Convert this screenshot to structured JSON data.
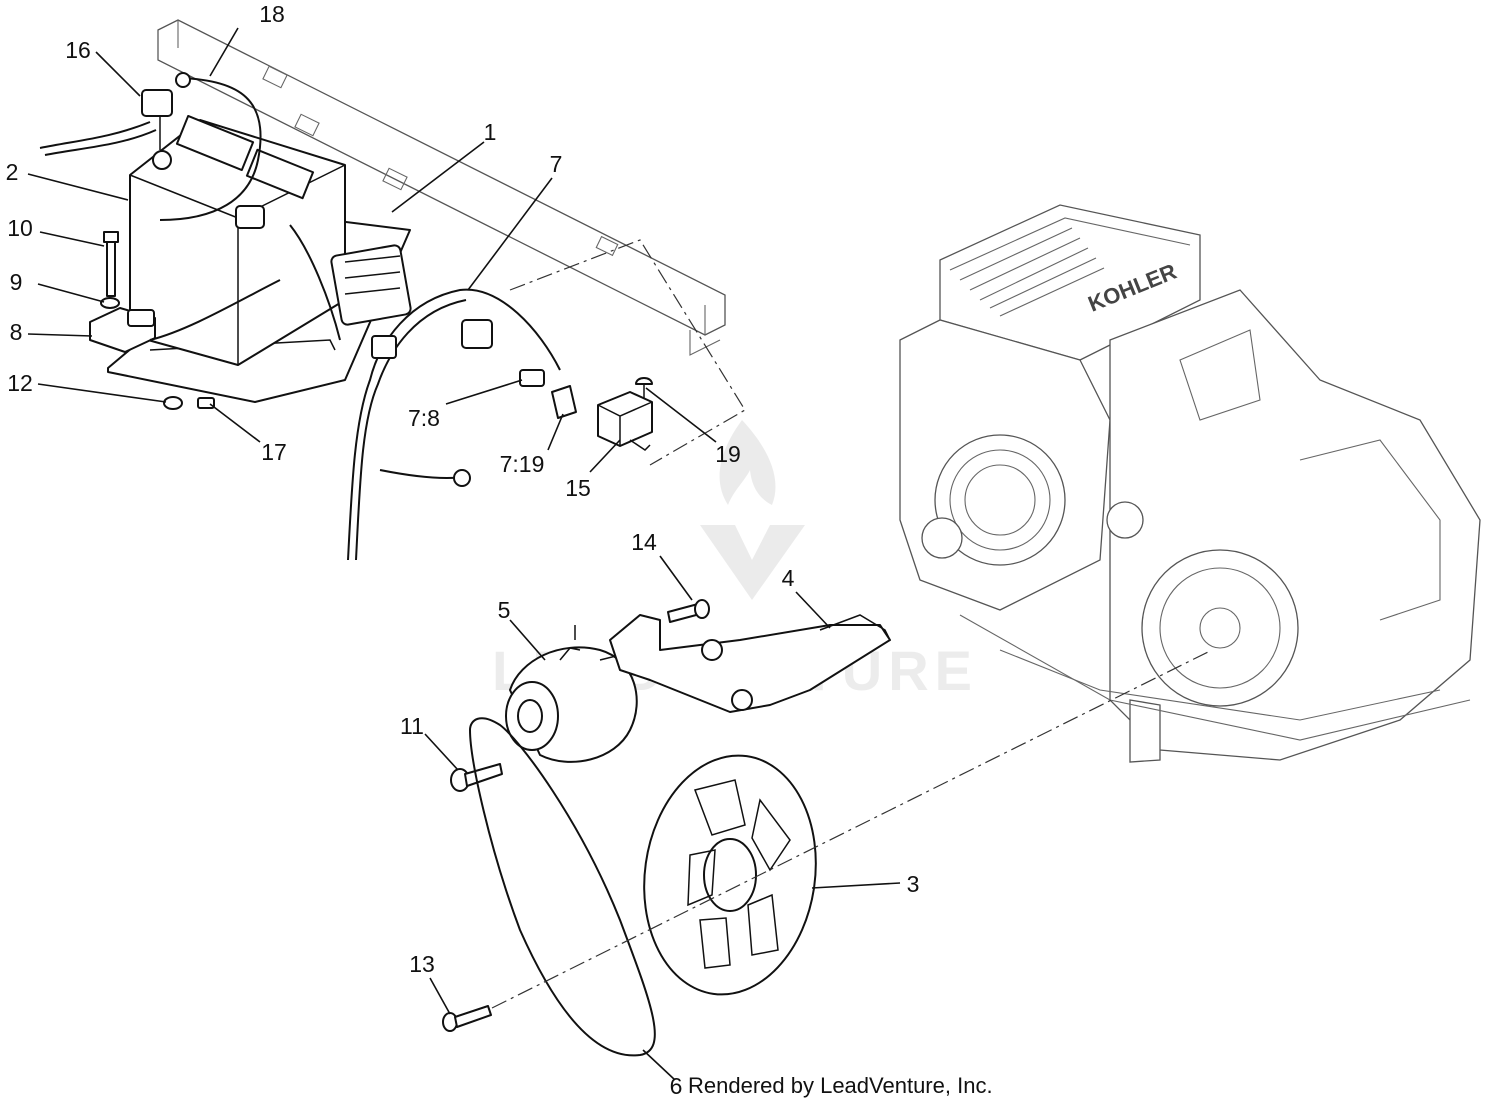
{
  "diagram": {
    "callouts": [
      {
        "id": "c1",
        "text": "1"
      },
      {
        "id": "c2",
        "text": "2"
      },
      {
        "id": "c3",
        "text": "3"
      },
      {
        "id": "c4",
        "text": "4"
      },
      {
        "id": "c5",
        "text": "5"
      },
      {
        "id": "c6",
        "text": "6"
      },
      {
        "id": "c7",
        "text": "7"
      },
      {
        "id": "c7_8",
        "text": "7:8"
      },
      {
        "id": "c7_19",
        "text": "7:19"
      },
      {
        "id": "c8",
        "text": "8"
      },
      {
        "id": "c9",
        "text": "9"
      },
      {
        "id": "c10",
        "text": "10"
      },
      {
        "id": "c11",
        "text": "11"
      },
      {
        "id": "c12",
        "text": "12"
      },
      {
        "id": "c13",
        "text": "13"
      },
      {
        "id": "c14",
        "text": "14"
      },
      {
        "id": "c15",
        "text": "15"
      },
      {
        "id": "c16",
        "text": "16"
      },
      {
        "id": "c17",
        "text": "17"
      },
      {
        "id": "c18",
        "text": "18"
      },
      {
        "id": "c19",
        "text": "19"
      }
    ],
    "engine_brand": "KOHLER",
    "watermark": "LEADVENTURE",
    "credit": "Rendered by LeadVenture, Inc."
  }
}
